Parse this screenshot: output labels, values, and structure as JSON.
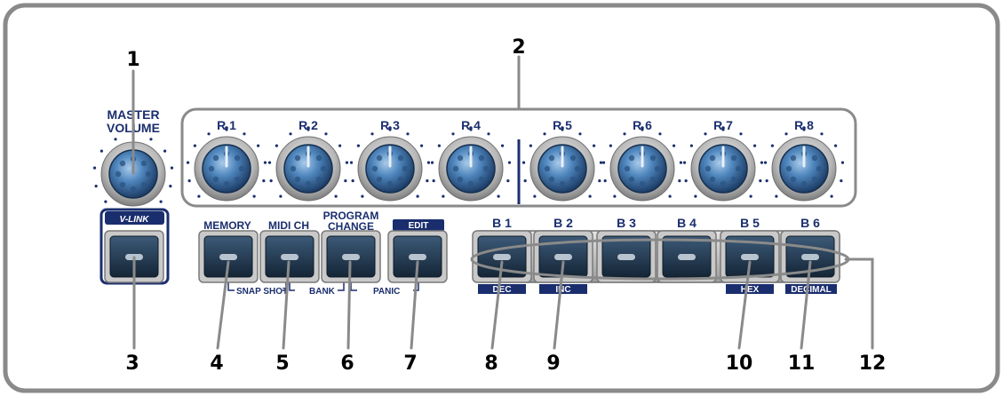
{
  "colors": {
    "frame": "#8a8a8a",
    "navy": "#1a2e6e",
    "knob_blue": "#3f74a8",
    "button_dark": "#1f3346",
    "led": "#b7c4cf"
  },
  "master": {
    "line1": "MASTER",
    "line2": "VOLUME"
  },
  "knobs": [
    "R 1",
    "R 2",
    "R 3",
    "R 4",
    "R 5",
    "R 6",
    "R 7",
    "R 8"
  ],
  "vlink": {
    "label": "V-LINK"
  },
  "buttons": {
    "memory": "MEMORY",
    "midi_ch": "MIDI CH",
    "program_change_1": "PROGRAM",
    "program_change_2": "CHANGE",
    "edit": "EDIT"
  },
  "sub_labels": {
    "snap_shot": "SNAP SHOT",
    "bank": "BANK",
    "panic": "PANIC"
  },
  "bank_buttons": [
    "B 1",
    "B 2",
    "B 3",
    "B 4",
    "B 5",
    "B 6"
  ],
  "bank_badges": {
    "b1": "DEC",
    "b2": "INC",
    "b5": "HEX",
    "b6": "DECIMAL"
  },
  "callouts": [
    "1",
    "2",
    "3",
    "4",
    "5",
    "6",
    "7",
    "8",
    "9",
    "10",
    "11",
    "12"
  ]
}
